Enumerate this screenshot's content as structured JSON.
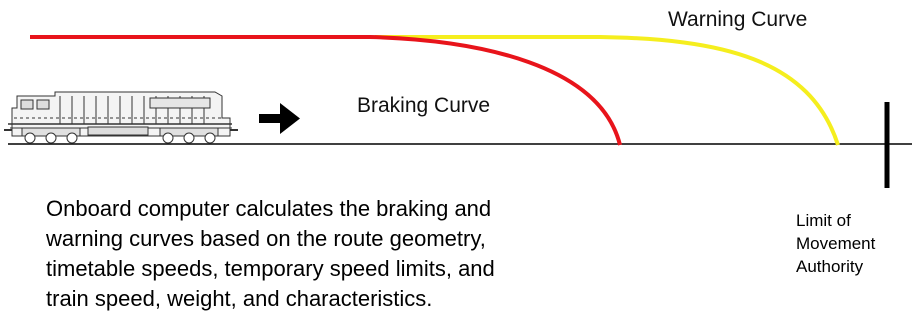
{
  "labels": {
    "warning_curve": "Warning Curve",
    "braking_curve": "Braking Curve"
  },
  "caption": {
    "lines": [
      "Onboard computer calculates the braking and",
      "warning curves based on the route geometry,",
      "timetable speeds, temporary speed limits, and",
      "train speed, weight, and characteristics."
    ]
  },
  "limit_label": {
    "lines": [
      "Limit of",
      "Movement",
      "Authority"
    ]
  },
  "colors": {
    "braking_curve": "#e8141b",
    "warning_curve": "#f5ee1e",
    "track": "#000000",
    "limit_marker": "#000000",
    "arrow": "#000000"
  },
  "icons": {
    "train": "locomotive-icon",
    "direction": "right-arrow-icon"
  }
}
